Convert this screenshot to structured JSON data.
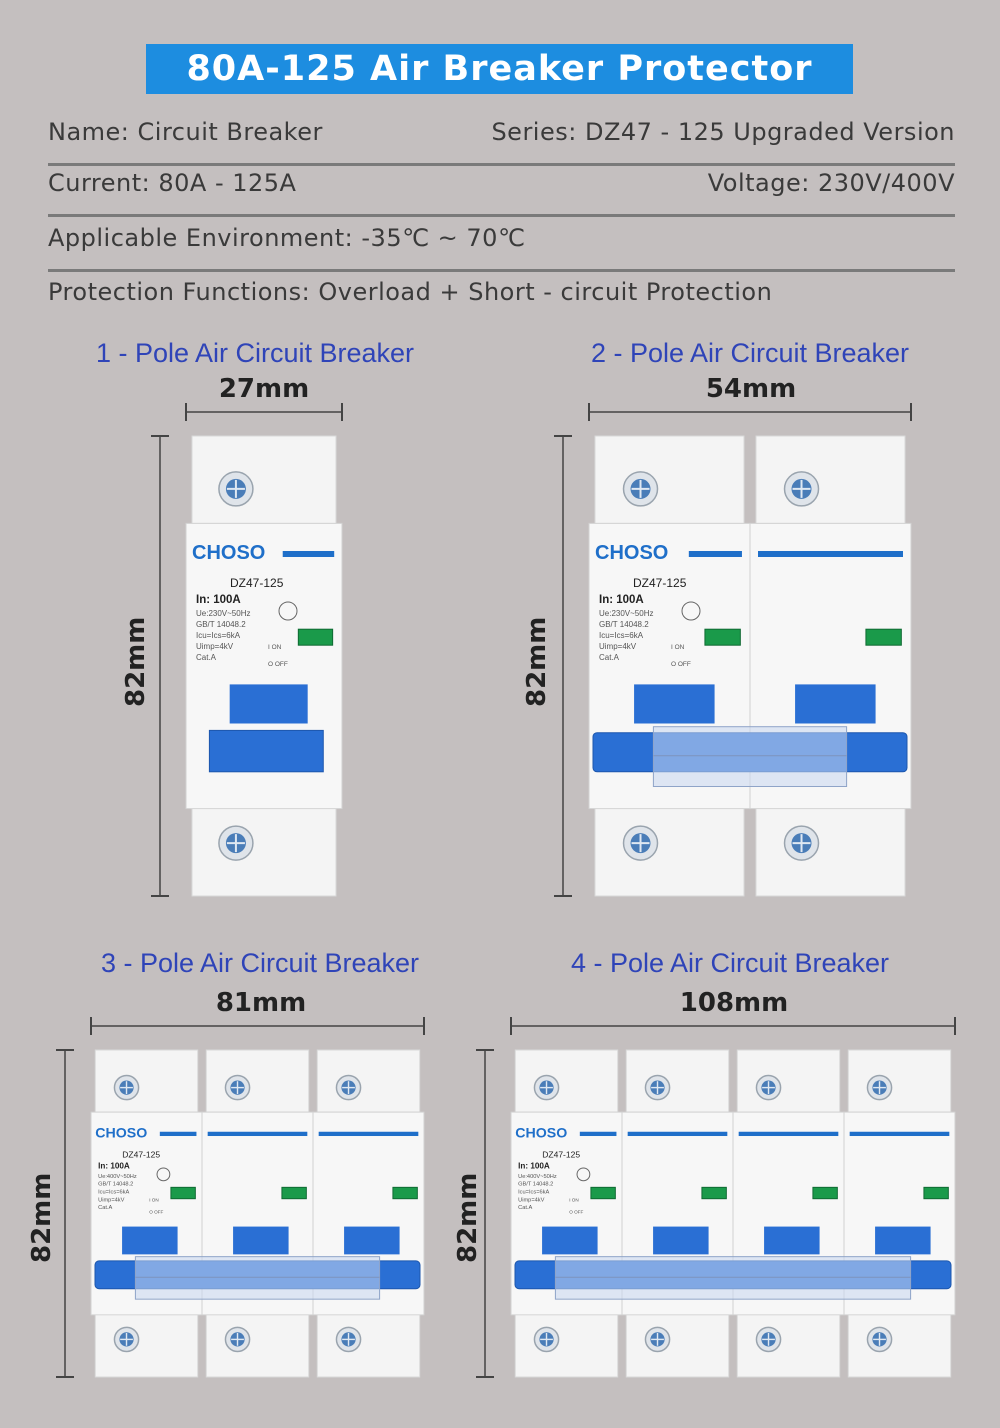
{
  "title": "80A-125 Air Breaker Protector",
  "specs": {
    "name": "Name: Circuit Breaker",
    "series": "Series: DZ47 - 125 Upgraded Version",
    "current": "Current: 80A - 125A",
    "voltage": "Voltage: 230V/400V",
    "environment": "Applicable Environment: -35℃ ~ 70℃",
    "protection": "Protection Functions: Overload + Short - circuit Protection"
  },
  "products": [
    {
      "title": "1 - Pole Air Circuit Breaker",
      "width_label": "27mm",
      "height_label": "82mm",
      "poles": 1,
      "ue": "Ue:230V~50Hz"
    },
    {
      "title": "2 - Pole Air Circuit Breaker",
      "width_label": "54mm",
      "height_label": "82mm",
      "poles": 2,
      "ue": "Ue:230V~50Hz"
    },
    {
      "title": "3 - Pole Air Circuit Breaker",
      "width_label": "81mm",
      "height_label": "82mm",
      "poles": 3,
      "ue": "Ue:400V~50Hz"
    },
    {
      "title": "4 - Pole Air Circuit Breaker",
      "width_label": "108mm",
      "height_label": "82mm",
      "poles": 4,
      "ue": "Ue:400V~50Hz"
    }
  ],
  "label": {
    "brand": "CHOSO",
    "model": "DZ47-125",
    "rating": "In: 100A",
    "standard": "GB/T 14048.2",
    "icu": "Icu=Ics=6kA",
    "uimp": "Uimp=4kV",
    "cat": "Cat.A",
    "on": "I ON",
    "off": "O OFF"
  },
  "colors": {
    "background": "#c4bfbf",
    "banner": "#1d8de0",
    "pole_title": "#2f44b8",
    "handle": "#2a6fd4",
    "brand": "#1f6fc9",
    "indicator": "#1a9a4a"
  }
}
